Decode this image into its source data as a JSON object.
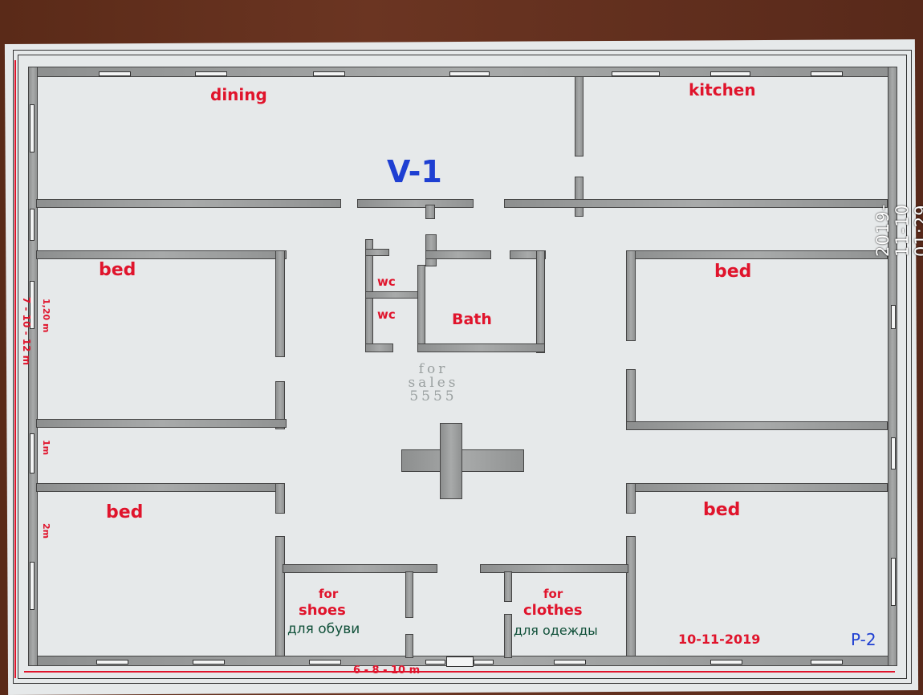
{
  "plan": {
    "title": "V-1",
    "sheet": "P-2",
    "date": "10-11-2019",
    "rooms": {
      "dining": "dining",
      "kitchen": "kitchen",
      "bed_tl": "bed",
      "bed_tr": "bed",
      "bed_bl": "bed",
      "bed_br": "bed",
      "wc1": "wc",
      "wc2": "wc",
      "bath": "Bath",
      "shoes_en1": "for",
      "shoes_en2": "shoes",
      "shoes_ru": "для обуви",
      "clothes_en1": "for",
      "clothes_en2": "clothes",
      "clothes_ru": "для одежды"
    },
    "pencil_note": {
      "line1": "for",
      "line2": "sales",
      "line3": "5555"
    },
    "dimensions": {
      "overall_side": "7 - 10 - 12 m",
      "d1": "1,20 m",
      "d2": "1m",
      "d3": "2m",
      "bottom": "6 - 8 - 10 m"
    }
  },
  "camera_timestamp": "2019-11-10 01:29"
}
